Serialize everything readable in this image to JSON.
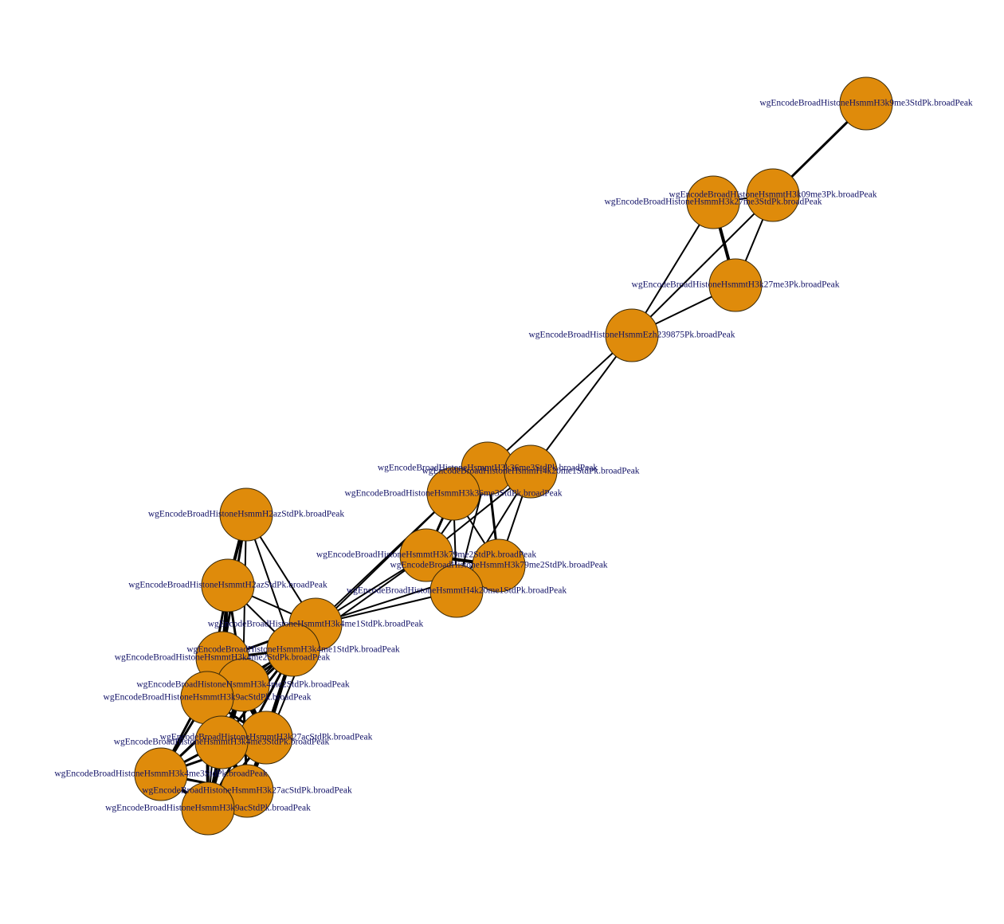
{
  "graph": {
    "colors": {
      "node_fill": "#df8b0b",
      "node_border": "#3a2a0a",
      "edge": "#000000",
      "label": "#111166",
      "background": "#ffffff"
    },
    "nodes": [
      {
        "id": "h3k9me3",
        "label": "wgEncodeBroadHistoneHsmmH3k9me3StdPk.broadPeak"
      },
      {
        "id": "t_h3k09me3",
        "label": "wgEncodeBroadHistoneHsmmtH3k09me3Pk.broadPeak"
      },
      {
        "id": "h3k27me3",
        "label": "wgEncodeBroadHistoneHsmmH3k27me3StdPk.broadPeak"
      },
      {
        "id": "t_h3k27me3",
        "label": "wgEncodeBroadHistoneHsmmtH3k27me3Pk.broadPeak"
      },
      {
        "id": "ezh2",
        "label": "wgEncodeBroadHistoneHsmmEzh239875Pk.broadPeak"
      },
      {
        "id": "t_h3k36me3",
        "label": "wgEncodeBroadHistoneHsmmtH3k36me3StdPk.broadPeak"
      },
      {
        "id": "h4k20me1",
        "label": "wgEncodeBroadHistoneHsmmH4k20me1StdPk.broadPeak"
      },
      {
        "id": "h3k36me3",
        "label": "wgEncodeBroadHistoneHsmmH3k36me3StdPk.broadPeak"
      },
      {
        "id": "t_h3k79me2",
        "label": "wgEncodeBroadHistoneHsmmtH3k79me2StdPk.broadPeak"
      },
      {
        "id": "h3k79me2",
        "label": "wgEncodeBroadHistoneHsmmH3k79me2StdPk.broadPeak"
      },
      {
        "id": "t_h4k20me1",
        "label": "wgEncodeBroadHistoneHsmmtH4k20me1StdPk.broadPeak"
      },
      {
        "id": "h2az",
        "label": "wgEncodeBroadHistoneHsmmH2azStdPk.broadPeak"
      },
      {
        "id": "t_h2az",
        "label": "wgEncodeBroadHistoneHsmmtH2azStdPk.broadPeak"
      },
      {
        "id": "t_h3k4me1",
        "label": "wgEncodeBroadHistoneHsmmtH3k4me1StdPk.broadPeak"
      },
      {
        "id": "h3k4me1",
        "label": "wgEncodeBroadHistoneHsmmH3k4me1StdPk.broadPeak"
      },
      {
        "id": "t_h3k4me2",
        "label": "wgEncodeBroadHistoneHsmmtH3k4me2StdPk.broadPeak"
      },
      {
        "id": "h3k4me2",
        "label": "wgEncodeBroadHistoneHsmmH3k4me2StdPk.broadPeak"
      },
      {
        "id": "t_h3k9ac",
        "label": "wgEncodeBroadHistoneHsmmtH3k9acStdPk.broadPeak"
      },
      {
        "id": "t_h3k27ac",
        "label": "wgEncodeBroadHistoneHsmmtH3k27acStdPk.broadPeak"
      },
      {
        "id": "t_h3k4me3",
        "label": "wgEncodeBroadHistoneHsmmtH3k4me3StdPk.broadPeak"
      },
      {
        "id": "h3k4me3",
        "label": "wgEncodeBroadHistoneHsmmH3k4me3StdPk.broadPeak"
      },
      {
        "id": "h3k27ac",
        "label": "wgEncodeBroadHistoneHsmmH3k27acStdPk.broadPeak"
      },
      {
        "id": "h3k9ac",
        "label": "wgEncodeBroadHistoneHsmmH3k9acStdPk.broadPeak"
      }
    ],
    "edges": [
      {
        "source": "h3k9me3",
        "target": "t_h3k09me3",
        "weight": 2
      },
      {
        "source": "h3k27me3",
        "target": "t_h3k27me3",
        "weight": 3
      },
      {
        "source": "h3k27me3",
        "target": "t_h3k09me3",
        "weight": 1
      },
      {
        "source": "h3k27me3",
        "target": "ezh2",
        "weight": 1
      },
      {
        "source": "t_h3k09me3",
        "target": "t_h3k27me3",
        "weight": 1
      },
      {
        "source": "t_h3k09me3",
        "target": "ezh2",
        "weight": 1
      },
      {
        "source": "t_h3k27me3",
        "target": "ezh2",
        "weight": 1
      },
      {
        "source": "ezh2",
        "target": "t_h3k36me3",
        "weight": 1
      },
      {
        "source": "ezh2",
        "target": "h4k20me1",
        "weight": 1
      },
      {
        "source": "t_h3k36me3",
        "target": "h4k20me1",
        "weight": 2
      },
      {
        "source": "t_h3k36me3",
        "target": "h3k36me3",
        "weight": 2
      },
      {
        "source": "h4k20me1",
        "target": "h3k36me3",
        "weight": 1
      },
      {
        "source": "t_h3k36me3",
        "target": "t_h3k79me2",
        "weight": 1
      },
      {
        "source": "t_h3k36me3",
        "target": "h3k79me2",
        "weight": 2
      },
      {
        "source": "t_h3k36me3",
        "target": "t_h4k20me1",
        "weight": 1
      },
      {
        "source": "h3k36me3",
        "target": "t_h3k79me2",
        "weight": 2
      },
      {
        "source": "h3k36me3",
        "target": "h3k79me2",
        "weight": 1
      },
      {
        "source": "h3k36me3",
        "target": "t_h4k20me1",
        "weight": 1
      },
      {
        "source": "h4k20me1",
        "target": "h3k79me2",
        "weight": 1
      },
      {
        "source": "h4k20me1",
        "target": "t_h4k20me1",
        "weight": 1
      },
      {
        "source": "h4k20me1",
        "target": "t_h3k79me2",
        "weight": 1
      },
      {
        "source": "t_h3k79me2",
        "target": "h3k79me2",
        "weight": 3
      },
      {
        "source": "t_h3k79me2",
        "target": "t_h4k20me1",
        "weight": 2
      },
      {
        "source": "h3k79me2",
        "target": "t_h4k20me1",
        "weight": 1
      },
      {
        "source": "t_h3k4me1",
        "target": "h3k36me3",
        "weight": 1
      },
      {
        "source": "t_h3k4me1",
        "target": "t_h3k79me2",
        "weight": 1
      },
      {
        "source": "t_h3k4me1",
        "target": "h3k79me2",
        "weight": 1
      },
      {
        "source": "t_h3k4me1",
        "target": "t_h4k20me1",
        "weight": 1
      },
      {
        "source": "h3k4me1",
        "target": "h3k36me3",
        "weight": 1
      },
      {
        "source": "h3k4me1",
        "target": "t_h3k79me2",
        "weight": 1
      },
      {
        "source": "t_h3k4me1",
        "target": "h3k4me1",
        "weight": 3
      },
      {
        "source": "h2az",
        "target": "t_h2az",
        "weight": 3
      },
      {
        "source": "h2az",
        "target": "t_h3k4me1",
        "weight": 1
      },
      {
        "source": "h2az",
        "target": "h3k4me1",
        "weight": 1
      },
      {
        "source": "h2az",
        "target": "t_h3k4me2",
        "weight": 2
      },
      {
        "source": "h2az",
        "target": "h3k4me2",
        "weight": 1
      },
      {
        "source": "t_h2az",
        "target": "t_h3k4me1",
        "weight": 1
      },
      {
        "source": "t_h2az",
        "target": "h3k4me1",
        "weight": 1
      },
      {
        "source": "t_h2az",
        "target": "t_h3k4me2",
        "weight": 3
      },
      {
        "source": "t_h2az",
        "target": "h3k4me2",
        "weight": 2
      },
      {
        "source": "t_h2az",
        "target": "t_h3k9ac",
        "weight": 2
      },
      {
        "source": "t_h2az",
        "target": "t_h3k4me3",
        "weight": 2
      },
      {
        "source": "t_h2az",
        "target": "h3k9ac",
        "weight": 1
      },
      {
        "source": "t_h3k4me1",
        "target": "t_h3k4me2",
        "weight": 2
      },
      {
        "source": "t_h3k4me1",
        "target": "h3k4me2",
        "weight": 1
      },
      {
        "source": "h3k4me1",
        "target": "t_h3k4me2",
        "weight": 2
      },
      {
        "source": "h3k4me1",
        "target": "h3k4me2",
        "weight": 2
      },
      {
        "source": "h3k4me1",
        "target": "t_h3k9ac",
        "weight": 2
      },
      {
        "source": "h3k4me1",
        "target": "t_h3k27ac",
        "weight": 3
      },
      {
        "source": "h3k4me1",
        "target": "h3k27ac",
        "weight": 3
      },
      {
        "source": "h3k4me1",
        "target": "t_h3k4me3",
        "weight": 2
      },
      {
        "source": "h3k4me1",
        "target": "h3k4me3",
        "weight": 2
      },
      {
        "source": "h3k4me1",
        "target": "h3k9ac",
        "weight": 2
      },
      {
        "source": "t_h3k4me2",
        "target": "h3k4me2",
        "weight": 3
      },
      {
        "source": "t_h3k4me2",
        "target": "t_h3k9ac",
        "weight": 3
      },
      {
        "source": "t_h3k4me2",
        "target": "t_h3k27ac",
        "weight": 2
      },
      {
        "source": "t_h3k4me2",
        "target": "t_h3k4me3",
        "weight": 2
      },
      {
        "source": "t_h3k4me2",
        "target": "h3k4me3",
        "weight": 2
      },
      {
        "source": "h3k4me2",
        "target": "t_h3k9ac",
        "weight": 3
      },
      {
        "source": "h3k4me2",
        "target": "t_h3k27ac",
        "weight": 3
      },
      {
        "source": "h3k4me2",
        "target": "t_h3k4me3",
        "weight": 3
      },
      {
        "source": "h3k4me2",
        "target": "h3k27ac",
        "weight": 2
      },
      {
        "source": "h3k4me2",
        "target": "h3k9ac",
        "weight": 2
      },
      {
        "source": "t_h3k9ac",
        "target": "t_h3k27ac",
        "weight": 2
      },
      {
        "source": "t_h3k9ac",
        "target": "t_h3k4me3",
        "weight": 3
      },
      {
        "source": "t_h3k9ac",
        "target": "h3k4me3",
        "weight": 2
      },
      {
        "source": "t_h3k9ac",
        "target": "h3k27ac",
        "weight": 2
      },
      {
        "source": "t_h3k9ac",
        "target": "h3k9ac",
        "weight": 3
      },
      {
        "source": "t_h3k27ac",
        "target": "t_h3k4me3",
        "weight": 2
      },
      {
        "source": "t_h3k27ac",
        "target": "h3k27ac",
        "weight": 3
      },
      {
        "source": "t_h3k27ac",
        "target": "h3k9ac",
        "weight": 2
      },
      {
        "source": "t_h3k27ac",
        "target": "h3k4me3",
        "weight": 2
      },
      {
        "source": "t_h3k4me3",
        "target": "h3k4me3",
        "weight": 2
      },
      {
        "source": "t_h3k4me3",
        "target": "h3k27ac",
        "weight": 2
      },
      {
        "source": "t_h3k4me3",
        "target": "h3k9ac",
        "weight": 3
      },
      {
        "source": "h3k4me3",
        "target": "h3k27ac",
        "weight": 2
      },
      {
        "source": "h3k4me3",
        "target": "h3k9ac",
        "weight": 3
      },
      {
        "source": "h3k27ac",
        "target": "h3k9ac",
        "weight": 2
      },
      {
        "source": "h3k4me3",
        "target": "t_h3k4me1",
        "weight": 1
      },
      {
        "source": "h3k27ac",
        "target": "t_h3k4me1",
        "weight": 1
      }
    ]
  }
}
